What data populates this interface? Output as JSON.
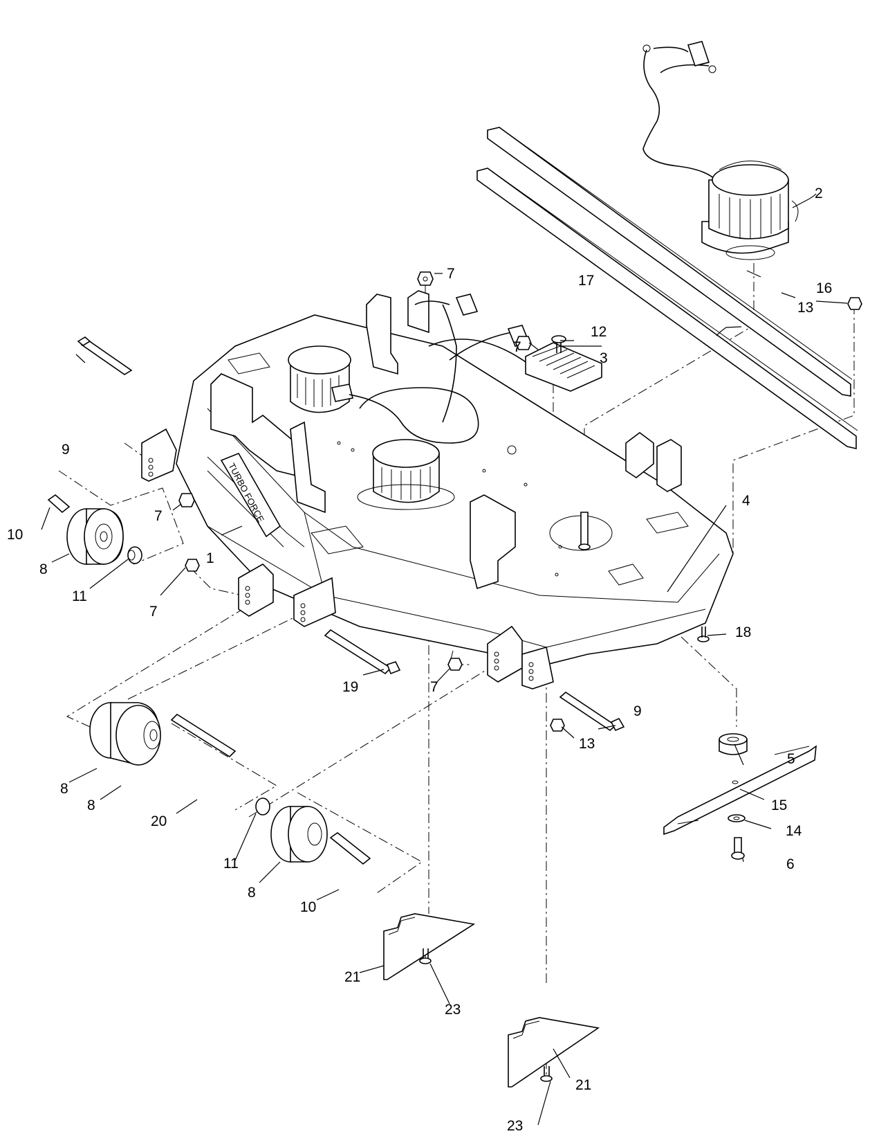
{
  "callouts": {
    "c1": "1",
    "c2": "2",
    "c3": "3",
    "c4": "4",
    "c5": "5",
    "c6": "6",
    "c7a": "7",
    "c7b": "7",
    "c7c": "7",
    "c7d": "7",
    "c7e": "7",
    "c8a": "8",
    "c8b": "8",
    "c8c": "8",
    "c8d": "8",
    "c9a": "9",
    "c9b": "9",
    "c10a": "10",
    "c10b": "10",
    "c11a": "11",
    "c11b": "11",
    "c12": "12",
    "c13a": "13",
    "c13b": "13",
    "c14": "14",
    "c15": "15",
    "c16": "16",
    "c17": "17",
    "c18": "18",
    "c19": "19",
    "c20": "20",
    "c21a": "21",
    "c21b": "21",
    "c23a": "23",
    "c23b": "23"
  },
  "deck_label": "TURBO FORCE"
}
